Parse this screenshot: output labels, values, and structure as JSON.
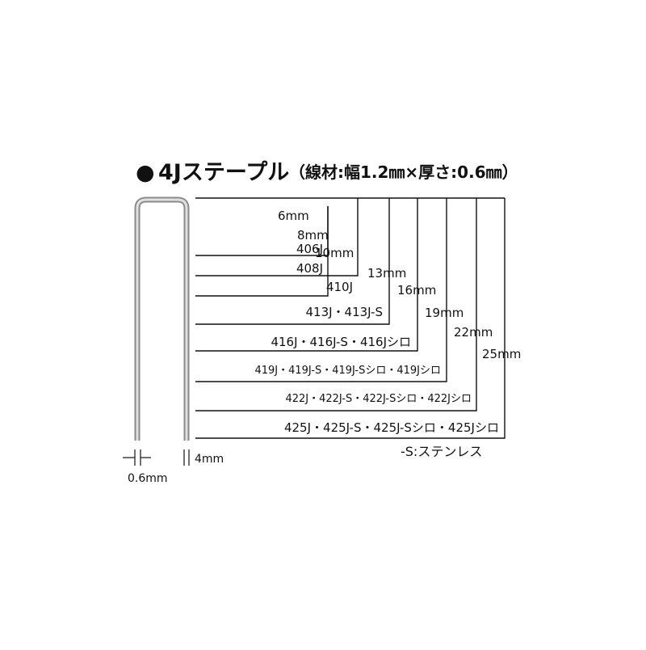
{
  "title": {
    "bullet": "●",
    "main": "4Jステープル",
    "spec": "（線材:幅1.2㎜×厚さ:0.6㎜）"
  },
  "lengths": [
    "6mm",
    "8mm",
    "10mm",
    "13mm",
    "16mm",
    "19mm",
    "22mm",
    "25mm"
  ],
  "models": [
    "406J",
    "408J",
    "410J",
    "413J・413J-S",
    "416J・416J-S・416Jシロ",
    "419J・419J-S・419J-Sシロ・419Jシロ",
    "422J・422J-S・422J-Sシロ・422Jシロ",
    "425J・425J-S・425J-Sシロ・425Jシロ"
  ],
  "note": "-S:ステンレス",
  "dimensions": {
    "thickness": "0.6mm",
    "crown": "4mm"
  },
  "colors": {
    "line": "#111111",
    "staple_outer": "#8a8a8a",
    "staple_inner": "#d8d8d8"
  }
}
